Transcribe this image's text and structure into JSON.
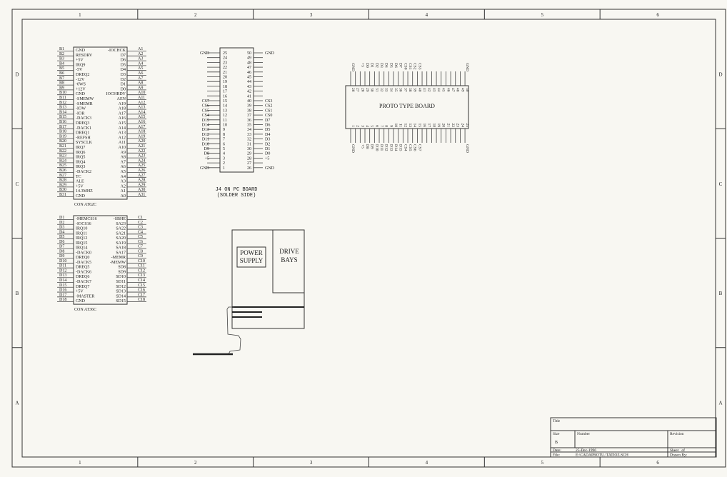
{
  "frame": {
    "columns": [
      "1",
      "2",
      "3",
      "4",
      "5",
      "6"
    ],
    "rows": [
      "D",
      "C",
      "B",
      "A"
    ]
  },
  "con_at62c": {
    "name": "CON AT62C",
    "left_pins": [
      "B1",
      "B2",
      "B3",
      "B4",
      "B5",
      "B6",
      "B7",
      "B8",
      "B9",
      "B10",
      "B11",
      "B12",
      "B13",
      "B14",
      "B15",
      "B16",
      "B17",
      "B18",
      "B19",
      "B20",
      "B21",
      "B22",
      "B23",
      "B24",
      "B25",
      "B26",
      "B27",
      "B28",
      "B29",
      "B30",
      "B31"
    ],
    "left_signals": [
      "GND",
      "RESDRV",
      "+5V",
      "IRQ9",
      "-5V",
      "DREQ2",
      "-12V",
      "-0WS",
      "+12V",
      "GND",
      "-SMEMW",
      "-SMEMR",
      "-IOW",
      "-IOR",
      "-DACK3",
      "DREQ3",
      "-DACK1",
      "DREQ1",
      "-REFSH",
      "SYSCLK",
      "IRQ7",
      "IRQ6",
      "IRQ5",
      "IRQ4",
      "IRQ3",
      "-DACK2",
      "TC",
      "ALE",
      "+5V",
      "14.3MHZ",
      "GND"
    ],
    "right_signals": [
      "-IOCHCK",
      "D7",
      "D6",
      "D5",
      "D4",
      "D3",
      "D2",
      "D1",
      "D0",
      "IOCHRDY",
      "AEN",
      "A19",
      "A18",
      "A17",
      "A16",
      "A15",
      "A14",
      "A13",
      "A12",
      "A11",
      "A10",
      "A9",
      "A8",
      "A7",
      "A6",
      "A5",
      "A4",
      "A3",
      "A2",
      "A1",
      "A0"
    ],
    "right_pins": [
      "A1",
      "A2",
      "A3",
      "A4",
      "A5",
      "A6",
      "A7",
      "A8",
      "A9",
      "A10",
      "A11",
      "A12",
      "A13",
      "A14",
      "A15",
      "A16",
      "A17",
      "A18",
      "A19",
      "A20",
      "A21",
      "A22",
      "A23",
      "A24",
      "A25",
      "A26",
      "A27",
      "A28",
      "A29",
      "A30",
      "A31"
    ]
  },
  "con_at36c": {
    "name": "CON AT36C",
    "left_pins": [
      "D1",
      "D2",
      "D3",
      "D4",
      "D5",
      "D6",
      "D7",
      "D8",
      "D9",
      "D10",
      "D11",
      "D12",
      "D13",
      "D14",
      "D15",
      "D16",
      "D17",
      "D18"
    ],
    "left_signals": [
      "-MEMCS16",
      "-IOCS16",
      "IRQ10",
      "IRQ11",
      "IRQ12",
      "IRQ15",
      "IRQ14",
      "-DACK0",
      "DREQ0",
      "-DACK5",
      "DREQ5",
      "-DACK6",
      "DREQ6",
      "-DACK7",
      "DREQ7",
      "+5V",
      "-MASTER",
      "GND"
    ],
    "right_signals": [
      "-SBHE",
      "SA23",
      "SA22",
      "SA21",
      "SA20",
      "SA19",
      "SA18",
      "SA17",
      "-MEMR",
      "-MEMW",
      "SD8",
      "SD9",
      "SD10",
      "SD11",
      "SD12",
      "SD13",
      "SD14",
      "SD15"
    ],
    "right_pins": [
      "C1",
      "C2",
      "C3",
      "C4",
      "C5",
      "C6",
      "C7",
      "C8",
      "C9",
      "C10",
      "C11",
      "C12",
      "C13",
      "C14",
      "C15",
      "C16",
      "C17",
      "C18"
    ]
  },
  "j4": {
    "title_line1": "J4 ON PC BOARD",
    "title_line2": "(SOLDER SIDE)",
    "left_pins": [
      "25",
      "24",
      "23",
      "22",
      "21",
      "20",
      "19",
      "18",
      "17",
      "16",
      "15",
      "14",
      "13",
      "12",
      "11",
      "10",
      "9",
      "8",
      "7",
      "6",
      "5",
      "4",
      "3",
      "2",
      "1"
    ],
    "left_signals": [
      "GND",
      "",
      "",
      "",
      "",
      "",
      "",
      "",
      "",
      "",
      "CS7",
      "CS6",
      "CS5",
      "CS4",
      "D15",
      "D14",
      "D13",
      "D12",
      "D11",
      "D10",
      "D9",
      "D8",
      "+5",
      "",
      "GND"
    ],
    "right_pins": [
      "50",
      "49",
      "48",
      "47",
      "46",
      "45",
      "44",
      "43",
      "42",
      "41",
      "40",
      "39",
      "38",
      "37",
      "36",
      "35",
      "34",
      "33",
      "32",
      "31",
      "30",
      "29",
      "28",
      "27",
      "26"
    ],
    "right_signals": [
      "GND",
      "",
      "",
      "",
      "",
      "",
      "",
      "",
      "",
      "",
      "CS3",
      "CS2",
      "CS1",
      "CS0",
      "D7",
      "D6",
      "D5",
      "D4",
      "D3",
      "D2",
      "D1",
      "D0",
      "+5",
      "",
      "GND"
    ]
  },
  "proto": {
    "title": "PROTO TYPE BOARD",
    "top_pins": [
      "26",
      "27",
      "28",
      "29",
      "30",
      "31",
      "32",
      "33",
      "34",
      "35",
      "36",
      "37",
      "38",
      "39",
      "40",
      "41",
      "42",
      "43",
      "44",
      "45",
      "46",
      "47",
      "48",
      "49",
      "50"
    ],
    "top_signals": [
      "GND",
      "",
      "+5",
      "D0",
      "D1",
      "D2",
      "D3",
      "D4",
      "D5",
      "D6",
      "D7",
      "CS0",
      "CS1",
      "CS2",
      "CS3",
      "",
      "",
      "",
      "",
      "",
      "",
      "",
      "",
      "",
      "GND"
    ],
    "bottom_pins": [
      "1",
      "2",
      "3",
      "4",
      "5",
      "6",
      "7",
      "8",
      "9",
      "10",
      "11",
      "12",
      "13",
      "14",
      "15",
      "16",
      "17",
      "18",
      "19",
      "20",
      "21",
      "22",
      "23",
      "24",
      "25"
    ],
    "bottom_signals": [
      "GND",
      "",
      "+5",
      "D8",
      "D9",
      "D10",
      "D11",
      "D12",
      "D13",
      "D14",
      "D15",
      "CS4",
      "CS5",
      "CS6",
      "CS7",
      "",
      "",
      "",
      "",
      "",
      "",
      "",
      "",
      "",
      "GND"
    ]
  },
  "chassis": {
    "power_line1": "POWER",
    "power_line2": "SUPPLY",
    "drive_line1": "DRIVE",
    "drive_line2": "BAYS"
  },
  "title_block": {
    "title_label": "Title",
    "size_label": "Size",
    "size_value": "B",
    "number_label": "Number",
    "revision_label": "Revision",
    "date_label": "Date:",
    "date_value": "25-Dec-1996",
    "sheet_label": "Sheet   of",
    "file_label": "File:",
    "file_value": "E:\\CADAPROTU.\\TATIOZ.SCH",
    "drawn_label": "Drawn By:"
  }
}
